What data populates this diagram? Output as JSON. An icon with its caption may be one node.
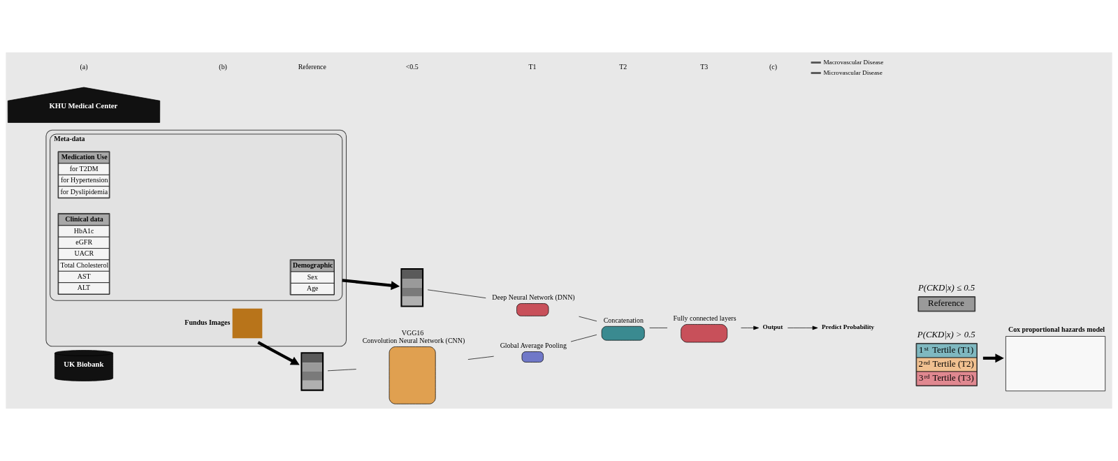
{
  "diagram": {
    "nodes": [
      {
        "text": [
          "KHU Medical Center"
        ]
      },
      {
        "text": [
          "UK Biobank"
        ]
      },
      {
        "text": [],
        "shape": "box"
      },
      {
        "text": [
          "Fundus Images"
        ],
        "in": 2
      },
      {
        "text": [
          "Meta-data"
        ],
        "in": 2
      },
      {
        "text": [
          "Demographic",
          "Sex",
          "Age"
        ],
        "in": 4
      },
      {
        "text": [
          "Medication Use",
          "for T2DM",
          "for Hypertension",
          "for Dyslipidemia"
        ],
        "in": 4
      },
      {
        "text": [
          "Clinical data",
          "HbA1c",
          "eGFR",
          "UACR",
          "Total Cholesterol",
          "AST",
          "ALT"
        ],
        "in": 4
      },
      {
        "text": [],
        "shape": "picture"
      },
      {
        "text": [],
        "shape": "picture"
      },
      {
        "text": [
          "VGG16",
          "Convolution Neural Network (CNN)"
        ]
      },
      {
        "text": [
          "Global Average Pooling"
        ]
      },
      {
        "text": [
          "Deep Neural Network (DNN)"
        ]
      },
      {
        "text": [
          "Concatenation"
        ]
      },
      {
        "text": [
          "Fully connected layers"
        ]
      },
      {
        "text": [
          "Output"
        ]
      },
      {
        "text": [
          "Predict Probability"
        ]
      },
      {
        "text": [
          "Reference"
        ],
        "beside": [
          "P(CKD|x) ≤ 0.5"
        ]
      },
      {
        "text": [
          "1$^{st}$ Tertile (T1)",
          "2$^{nd}$ Tertile (T2)",
          "3$^{rd}$ Tertile (T3)"
        ],
        "beside": [
          "P(CKD|x) > 0.5"
        ]
      },
      {
        "text": [
          "Cox proportional hazards model"
        ]
      }
    ],
    "edges": [
      {
        "from": 3,
        "to": 8,
        "arrow": "to",
        "style": "thick"
      },
      {
        "from": 4,
        "to": 9,
        "arrow": "to",
        "style": "thick"
      },
      {
        "from": 8,
        "to": 10,
        "arrow": "none"
      },
      {
        "from": 9,
        "to": 12,
        "arrow": "none"
      },
      {
        "from": 10,
        "to": 11,
        "arrow": "none"
      },
      {
        "from": 11,
        "to": 13,
        "arrow": "none"
      },
      {
        "from": 12,
        "to": 13,
        "arrow": "none"
      },
      {
        "from": 13,
        "to": 14,
        "arrow": "none"
      },
      {
        "from": 14,
        "to": 15,
        "arrow": "to"
      },
      {
        "from": 15,
        "to": 16,
        "arrow": "to"
      },
      {
        "from": 18,
        "to": 19,
        "arrow": "to",
        "style": "thick"
      }
    ],
    "labels": [
      "(a)",
      "(b)",
      "Reference",
      "<0.5",
      "T1",
      "T2",
      "T3",
      "(c)"
    ],
    "legend": [
      {
        "text": "Macrovascular Disease"
      },
      {
        "text": "Microvascular Disease"
      }
    ]
  }
}
